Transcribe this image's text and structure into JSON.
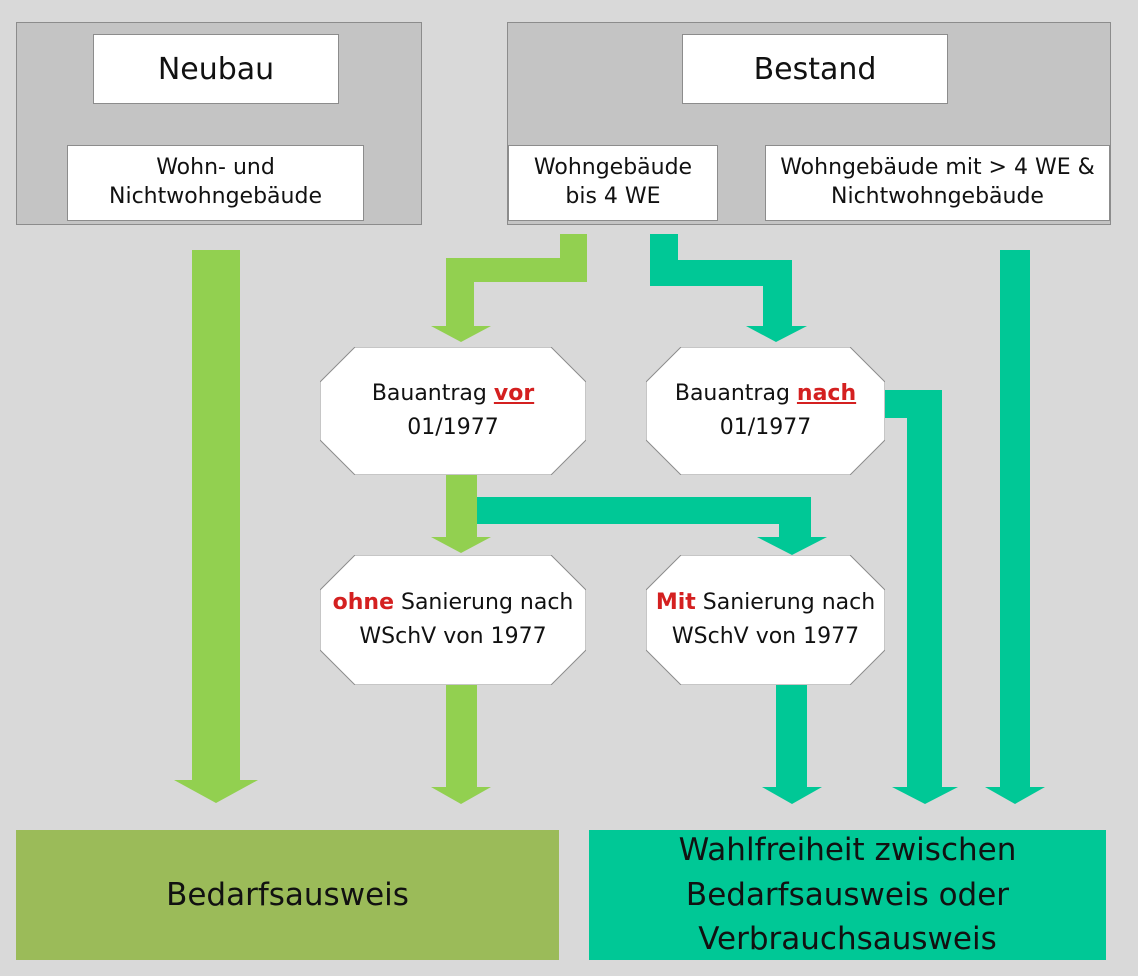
{
  "neubau": {
    "title": "Neubau",
    "subtitle_line1": "Wohn- und",
    "subtitle_line2": "Nichtwohngebäude"
  },
  "bestand": {
    "title": "Bestand",
    "left_line1": "Wohngebäude",
    "left_line2": "bis 4 WE",
    "right_line1": "Wohngebäude mit > 4 WE &",
    "right_line2": "Nichtwohngebäude"
  },
  "decision_vor": {
    "prefix": "Bauantrag ",
    "highlight": "vor",
    "line2": "01/1977"
  },
  "decision_nach": {
    "prefix": "Bauantrag ",
    "highlight": "nach",
    "line2": "01/1977"
  },
  "state_ohne": {
    "highlight": "ohne",
    "rest": " Sanierung nach",
    "line2": "WSchV von 1977"
  },
  "state_mit": {
    "highlight": "Mit",
    "rest": " Sanierung nach",
    "line2": "WSchV von 1977"
  },
  "result_left": {
    "line1": "Bedarfsausweis"
  },
  "result_right": {
    "line1": "Wahlfreiheit zwischen",
    "line2": "Bedarfsausweis oder",
    "line3": "Verbrauchsausweis"
  },
  "colors": {
    "light_green": "#92d050",
    "teal": "#00c896",
    "result_left_bg": "#9bbb59",
    "result_right_bg": "#00c896",
    "highlight_red": "#d42020",
    "panel_gray": "#c4c4c4",
    "background": "#d9d9d9"
  }
}
